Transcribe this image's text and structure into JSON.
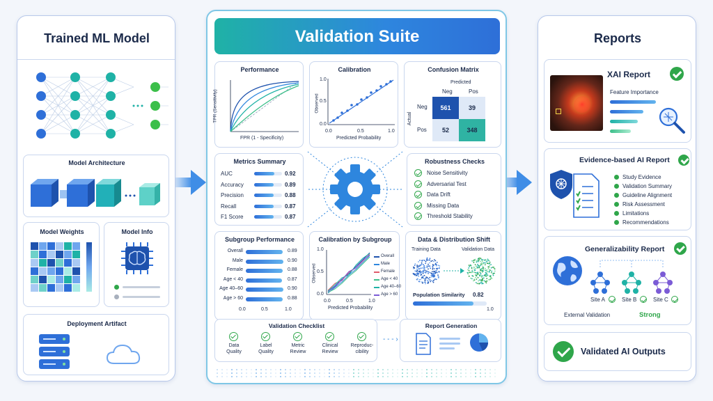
{
  "left": {
    "title": "Trained ML Model",
    "architecture": {
      "title": "Model Architecture"
    },
    "weights": {
      "title": "Model Weights"
    },
    "info": {
      "title": "Model Info"
    },
    "deployment": {
      "title": "Deployment Artifact"
    }
  },
  "center": {
    "title": "Validation Suite",
    "performance": {
      "title": "Performance",
      "xlabel": "FPR (1 - Specificity)",
      "ylabel": "TPR (Sensitivity)"
    },
    "calibration": {
      "title": "Calibration",
      "xlabel": "Predicted Probability",
      "ylabel": "Observed",
      "ticks": [
        "0.0",
        "0.5",
        "1.0"
      ],
      "yticks": [
        "1.0",
        "0.5",
        "0.0"
      ]
    },
    "confusion": {
      "title": "Confusion Matrix",
      "predicted": "Predicted",
      "actual": "Actual",
      "cols": [
        "Neg",
        "Pos"
      ],
      "rows": [
        "Neg",
        "Pos"
      ],
      "cells": [
        "561",
        "39",
        "52",
        "348"
      ]
    },
    "metrics": {
      "title": "Metrics Summary",
      "items": [
        {
          "label": "AUC",
          "value": "0.92",
          "frac": 0.92
        },
        {
          "label": "Accuracy",
          "value": "0.89",
          "frac": 0.89
        },
        {
          "label": "Precision",
          "value": "0.88",
          "frac": 0.88
        },
        {
          "label": "Recall",
          "value": "0.87",
          "frac": 0.87
        },
        {
          "label": "F1 Score",
          "value": "0.87",
          "frac": 0.87
        }
      ]
    },
    "robustness": {
      "title": "Robustness Checks",
      "items": [
        "Noise Sensitivity",
        "Adversarial Test",
        "Data Drift",
        "Missing Data",
        "Threshold Stability"
      ]
    },
    "subgroup": {
      "title": "Subgroup Performance",
      "items": [
        {
          "label": "Overall",
          "value": "0.89",
          "frac": 0.89
        },
        {
          "label": "Male",
          "value": "0.90",
          "frac": 0.9
        },
        {
          "label": "Female",
          "value": "0.88",
          "frac": 0.88
        },
        {
          "label": "Age < 40",
          "value": "0.87",
          "frac": 0.87
        },
        {
          "label": "Age 40–60",
          "value": "0.90",
          "frac": 0.9
        },
        {
          "label": "Age > 60",
          "value": "0.88",
          "frac": 0.88
        }
      ],
      "ticks": [
        "0.0",
        "0.5",
        "1.0"
      ]
    },
    "calsub": {
      "title": "Calibration by Subgroup",
      "xlabel": "Predicted Probability",
      "ylabel": "Observed",
      "ticks": [
        "0.0",
        "0.5",
        "1.0"
      ],
      "yticks": [
        "1.0",
        "0.5",
        "0.0"
      ],
      "legend": [
        "Overall",
        "Male",
        "Female",
        "Age < 40",
        "Age 40–60",
        "Age > 60"
      ]
    },
    "shift": {
      "title": "Data & Distribution Shift",
      "training": "Training Data",
      "validation": "Validation Data",
      "similarity_label": "Population Similarity",
      "similarity_value": "0.82",
      "scale": [
        "0.0",
        "1.0"
      ],
      "similarity": 0.82
    },
    "checklist": {
      "title": "Validation Checklist",
      "items": [
        {
          "l1": "Data",
          "l2": "Quality"
        },
        {
          "l1": "Label",
          "l2": "Quality"
        },
        {
          "l1": "Metric",
          "l2": "Review"
        },
        {
          "l1": "Clinical",
          "l2": "Review"
        },
        {
          "l1": "Reproduc-",
          "l2": "cibility"
        }
      ]
    },
    "report": {
      "title": "Report Generation"
    }
  },
  "right": {
    "title": "Reports",
    "xai": {
      "title": "XAI Report",
      "feature": "Feature Importance"
    },
    "evidence": {
      "title": "Evidence-based AI Report",
      "items": [
        "Study Evidence",
        "Validation Summary",
        "Guideline Alignment",
        "Risk Assessment",
        "Limitations",
        "Recommendations"
      ]
    },
    "general": {
      "title": "Generalizability Report",
      "sites": [
        "Site A",
        "Site B",
        "Site C"
      ],
      "ext_label": "External Validation",
      "ext_value": "Strong"
    },
    "validated": {
      "title": "Validated AI Outputs"
    }
  },
  "colors": {
    "accent": "#2fa64a",
    "blue": "#2e6fd8",
    "teal": "#1fb2a6"
  }
}
